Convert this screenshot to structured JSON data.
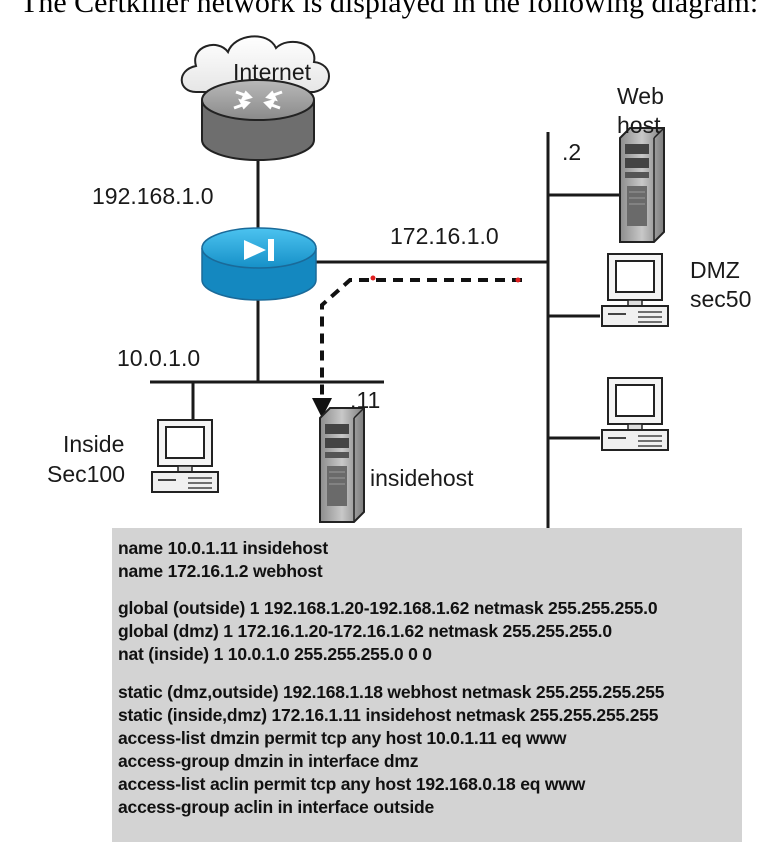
{
  "intro_text": "The Certkiller network is displayed in the following diagram:",
  "labels": {
    "internet": "Internet",
    "outside_net": "192.168.1.0",
    "dmz_net": "172.16.1.0",
    "inside_net": "10.0.1.0",
    "web_host_1": "Web",
    "web_host_2": "host",
    "web_host_ip": ".2",
    "dmz_1": "DMZ",
    "dmz_2": "sec50",
    "inside_1": "Inside",
    "inside_2": "Sec100",
    "insidehost_ip": ".11",
    "insidehost": "insidehost"
  },
  "config_lines": [
    "name 10.0.1.11 insidehost",
    "name 172.16.1.2 webhost",
    "global (outside) 1 192.168.1.20-192.168.1.62 netmask 255.255.255.0",
    "global (dmz) 1 172.16.1.20-172.16.1.62 netmask 255.255.255.0",
    "nat (inside) 1 10.0.1.0 255.255.255.0 0 0",
    "static (dmz,outside) 192.168.1.18 webhost netmask 255.255.255.255",
    "static (inside,dmz) 172.16.1.11 insidehost netmask 255.255.255.255",
    "access-list dmzin permit tcp any host 10.0.1.11 eq www",
    "access-group dmzin in interface dmz",
    "access-list aclin permit tcp any host 192.168.0.18 eq www",
    "access-group aclin in interface outside"
  ],
  "colors": {
    "firewall": "#1aa0d8",
    "router": "#7a7a7a",
    "config_bg": "#d3d3d3"
  },
  "icons": [
    "cloud-icon",
    "router-icon",
    "firewall-icon",
    "server-icon",
    "workstation-icon"
  ]
}
